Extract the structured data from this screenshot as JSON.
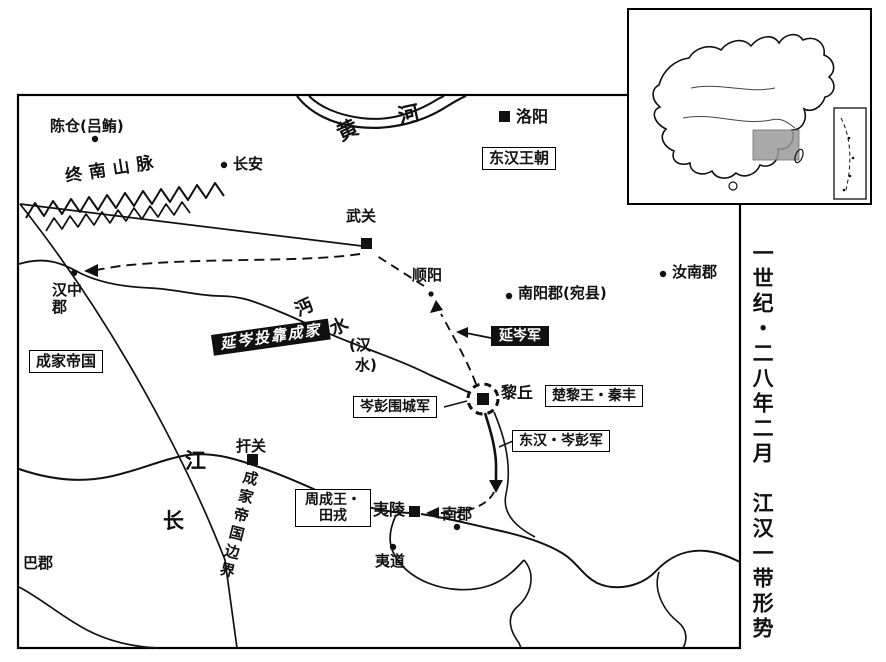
{
  "title": {
    "vertical": "一世纪・二八年二月　江汉一带形势"
  },
  "regions": {
    "eastern_han": "东汉王朝",
    "chengjia": "成家帝国",
    "chengjia_border": "成家帝国边界"
  },
  "mountains": {
    "zhongnan": "终南山脉"
  },
  "rivers": {
    "huang": "黄",
    "he": "河",
    "mian": "沔",
    "shui1": "水",
    "han_open": "(汉",
    "shui2": "水)",
    "chang": "长",
    "jiang": "江"
  },
  "cities": {
    "chencang": "陈仓(吕鲔)",
    "changan": "长安",
    "luoyang": "洛阳",
    "wuguan": "武关",
    "shunyang": "顺阳",
    "nanyang": "南阳郡(宛县)",
    "runan": "汝南郡",
    "hanzhong": "汉中郡",
    "liqiu": "黎丘",
    "hanguan": "扞关",
    "yiling": "夷陵",
    "nanjun": "南郡",
    "yidao": "夷道",
    "bajun": "巴郡"
  },
  "forces": {
    "yancen_defect": "延岑投靠成家",
    "yancen_army": "延岑军",
    "chuli_king": "楚黎王・秦丰",
    "cenpeng_siege": "岑彭围城军",
    "han_cenpeng": "东汉・岑彭军",
    "zhoucheng_king": "周成王・田戎"
  },
  "colors": {
    "ink": "#111111",
    "paper": "#ffffff",
    "highlight": "#9b9b9b"
  }
}
